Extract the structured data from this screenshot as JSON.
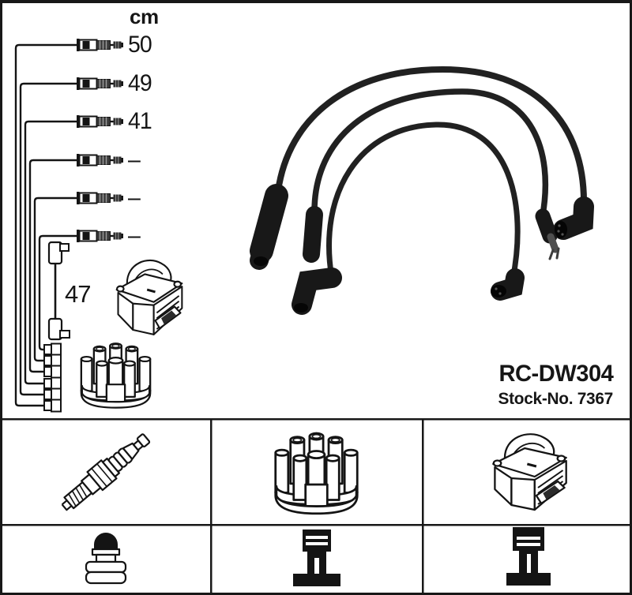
{
  "product": {
    "code": "RC-DW304",
    "stock_text": "Stock-No. 7367"
  },
  "schematic": {
    "unit_label": "cm",
    "cable_lengths": [
      "50",
      "49",
      "41",
      "–",
      "–",
      "–"
    ],
    "coil_wire_length": "47",
    "icons": [
      "ignition-lead-connector-icon",
      "coil-lead-icon",
      "ignition-coil-icon",
      "distributor-cap-icon"
    ]
  },
  "photo": {
    "icon": "ignition-lead-set-photo"
  },
  "legend": {
    "row1_icons": [
      "spark-plug-icon",
      "distributor-cap-icon",
      "ignition-coil-icon"
    ],
    "row2_icons": [
      "terminal-nut-icon",
      "terminal-block-a-icon",
      "terminal-block-b-icon"
    ]
  },
  "colors": {
    "ink": "#141414",
    "cable_black": "#1c1c1c",
    "background": "#ffffff"
  }
}
